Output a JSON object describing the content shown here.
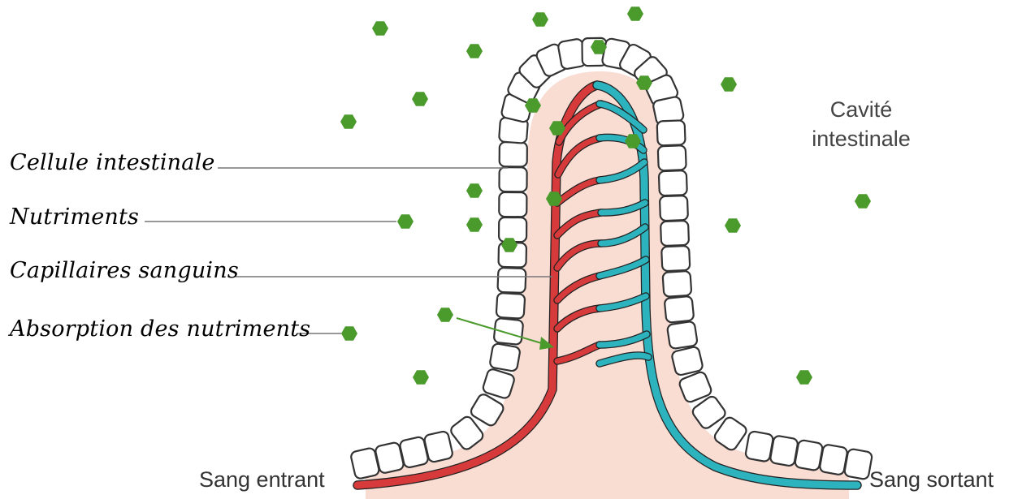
{
  "labels": {
    "cell": "Cellule intestinale",
    "nutrients": "Nutriments",
    "capillaries": "Capillaires sanguins",
    "absorption": "Absorption des nutriments"
  },
  "cavity": {
    "line1": "Cavité",
    "line2": "intestinale"
  },
  "blood": {
    "in": "Sang entrant",
    "out": "Sang sortant"
  },
  "colors": {
    "artery": "#d63a3a",
    "vein": "#2db3be",
    "tissue": "#f9dcd2",
    "nutrient": "#4a9a2c",
    "cell_border": "#333333"
  }
}
